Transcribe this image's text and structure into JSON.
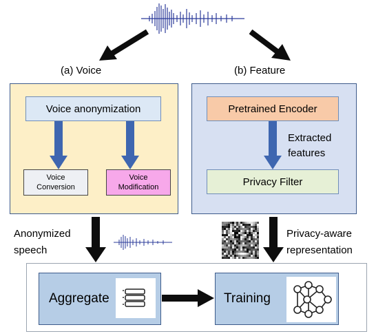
{
  "panels": {
    "voice": {
      "title": "(a) Voice",
      "main_box": "Voice anonymization",
      "option_left_line1": "Voice",
      "option_left_line2": "Conversion",
      "option_right_line1": "Voice",
      "option_right_line2": "Modification"
    },
    "feature": {
      "title": "(b) Feature",
      "encoder_box": "Pretrained Encoder",
      "extracted_line1": "Extracted",
      "extracted_line2": "features",
      "filter_box": "Privacy Filter"
    }
  },
  "outputs": {
    "left_line1": "Anonymized",
    "left_line2": "speech",
    "right_line1": "Privacy-aware",
    "right_line2": "representation"
  },
  "bottom": {
    "aggregate_label": "Aggregate",
    "training_label": "Training"
  },
  "colors": {
    "voice_panel_bg": "#fdefc7",
    "feature_panel_bg": "#d7e0f2",
    "box_bg": "#dce8f5",
    "encoder_bg": "#f8caa8",
    "filter_bg": "#e6f0d6",
    "modification_bg": "#f7a8ea",
    "arrow_blue": "#3e66b0",
    "arrow_dark": "#0d0d0d",
    "waveform": "#2a3a9a"
  }
}
